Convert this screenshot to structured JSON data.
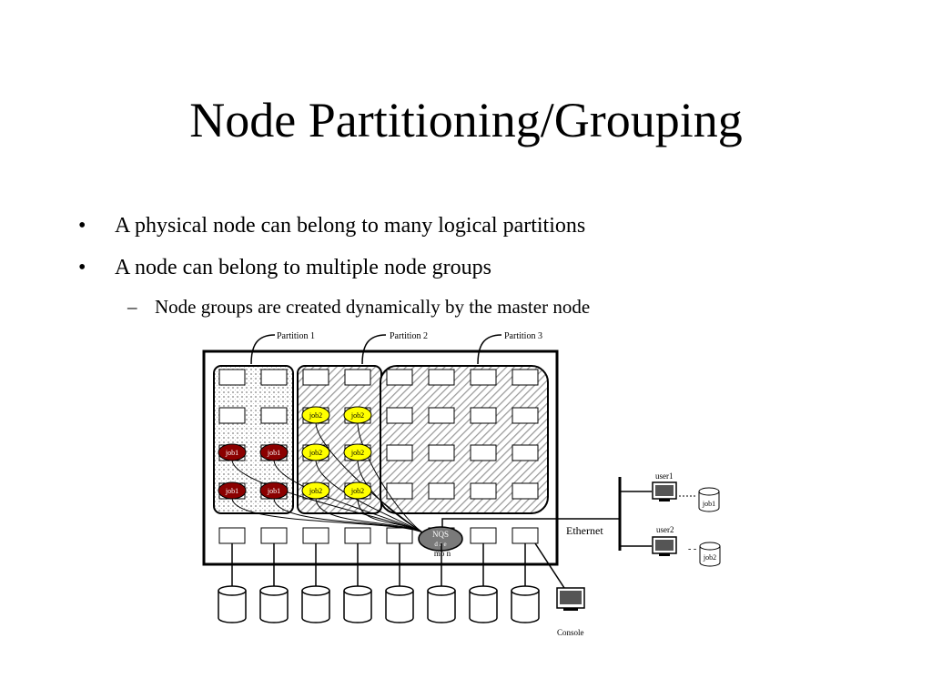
{
  "slide": {
    "title": "Node Partitioning/Grouping",
    "bullets": [
      "A physical node can belong to many logical partitions",
      "A node can belong to multiple node groups"
    ],
    "sub_bullets": [
      "Node groups are created dynamically by the master node"
    ],
    "bullet_mark": "•",
    "sub_mark": "–"
  },
  "diagram": {
    "partition_labels": [
      "Partition 1",
      "Partition 2",
      "Partition 3"
    ],
    "job1_label": "job1",
    "job2_label": "job2",
    "nqs_label": "NQS",
    "nqs_sub": "d a e",
    "nqs_sub2": "mo n",
    "ethernet_label": "Ethernet",
    "user1_label": "user1",
    "user2_label": "user2",
    "user1_job": "job1",
    "user2_job": "job2",
    "console_label": "Console",
    "dots": "- -",
    "colors": {
      "job1_fill": "#8b0000",
      "job1_text": "#ffffff",
      "job2_fill": "#ffff00",
      "nqs_fill": "#7a7a7a",
      "node_fill": "#ffffff",
      "hatch": "#9a9a9a",
      "computer_screen": "#555555"
    }
  }
}
